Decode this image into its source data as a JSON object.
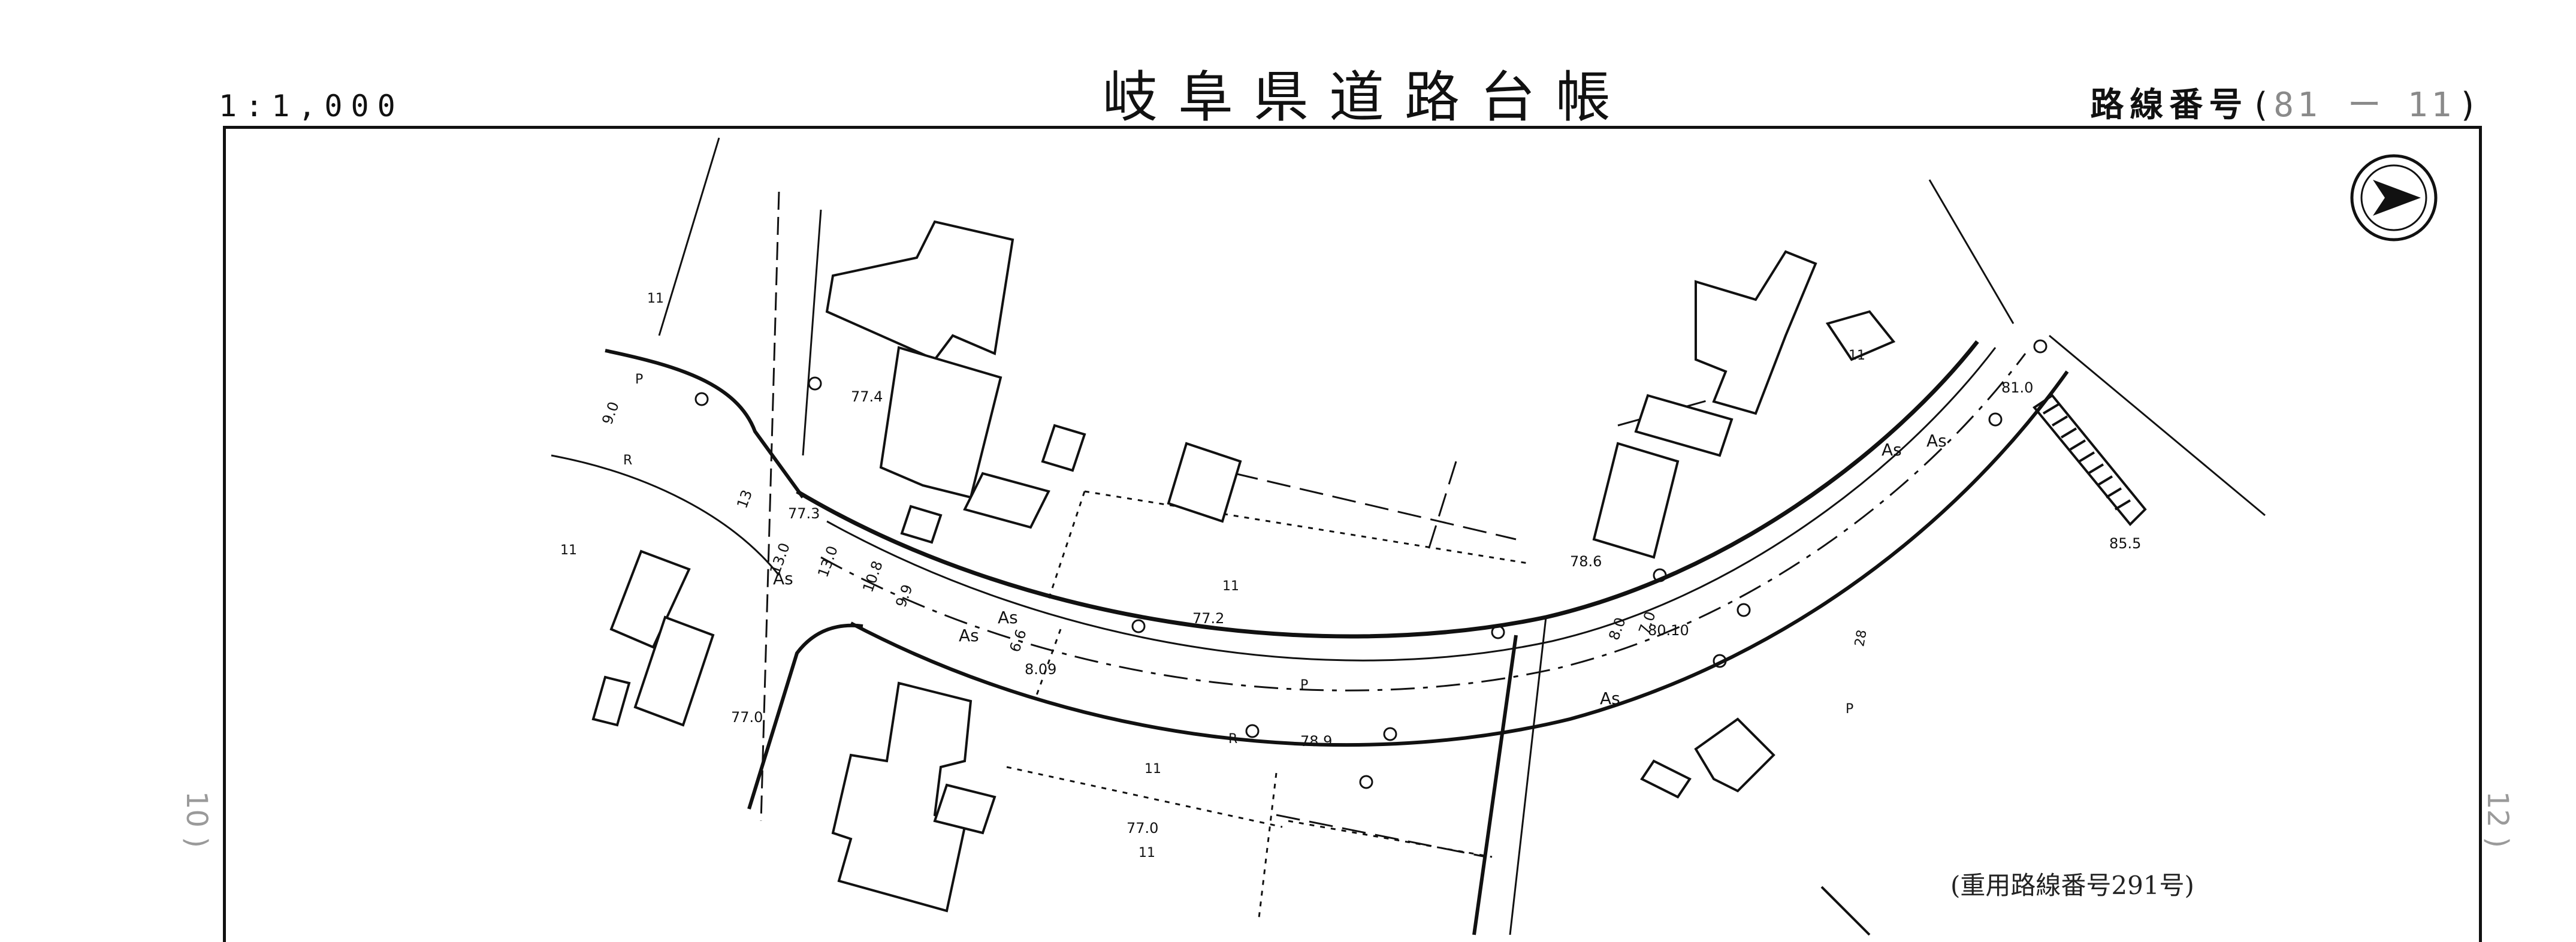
{
  "header": {
    "scale": "1:1,000",
    "title": "岐阜県道路台帳",
    "route_label": "路線番号",
    "route_open": "(",
    "route_major": "81",
    "route_dash": "ー",
    "route_minor": "11",
    "route_close": ")"
  },
  "sheets": {
    "left": "10 )",
    "right": "12 )"
  },
  "note": "(重用路線番号291号)",
  "map": {
    "elevations": [
      "77.4",
      "77.3",
      "77.2",
      "77.0",
      "78.6",
      "85.5",
      "80.10",
      "78.9",
      "77.0",
      "8.09",
      "81.0"
    ],
    "widths": [
      "9.0",
      "13.0",
      "13.0",
      "10.8",
      "9.9",
      "8.0",
      "7.0",
      "6.6",
      "13"
    ],
    "surface": [
      "As",
      "As",
      "As",
      "As",
      "As",
      "As"
    ],
    "symbols": [
      "P",
      "R",
      "P",
      "P",
      "R",
      "11",
      "11",
      "11",
      "11",
      "11",
      "11"
    ],
    "contour": "28",
    "north_icon": "north-arrow-icon"
  }
}
